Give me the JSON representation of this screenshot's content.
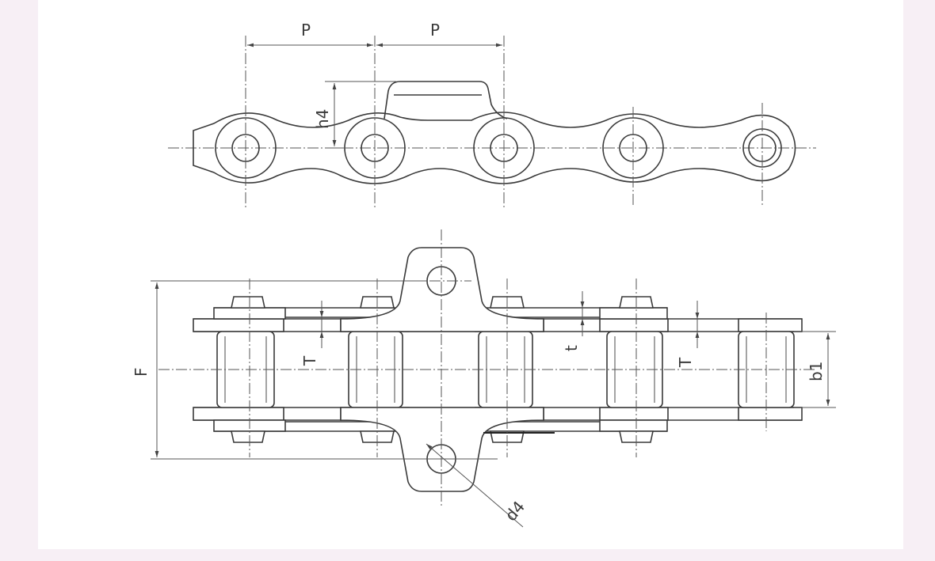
{
  "diagram": {
    "labels": {
      "pitch_left": "P",
      "pitch_right": "P",
      "h4": "h4",
      "F": "F",
      "T_left": "T",
      "t_mid": "t",
      "T_right": "T",
      "b1": "b1",
      "d4": "d4"
    }
  },
  "colors": {
    "background": "#f7eff5",
    "panel": "#ffffff",
    "line": "#3a3a3a"
  }
}
